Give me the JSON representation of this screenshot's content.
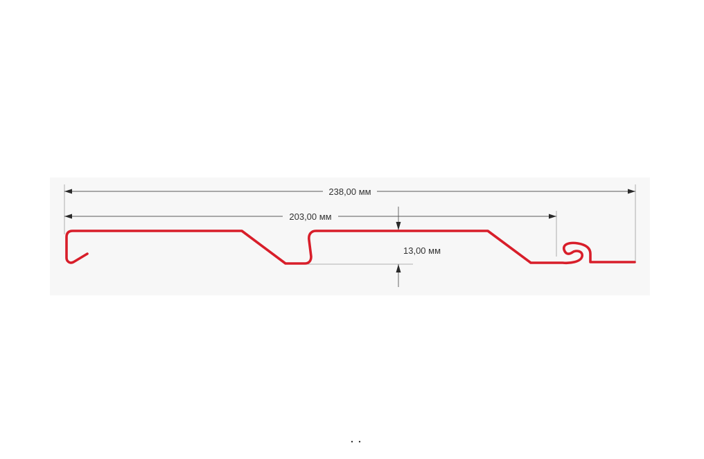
{
  "colors": {
    "profile": "#d81e2a",
    "dimension": "#5a5a5a",
    "text": "#333333",
    "background_panel": "#f7f7f7"
  },
  "dimensions": {
    "overall_width": "238,00 мм",
    "working_width": "203,00 мм",
    "profile_depth": "13,00 мм"
  }
}
